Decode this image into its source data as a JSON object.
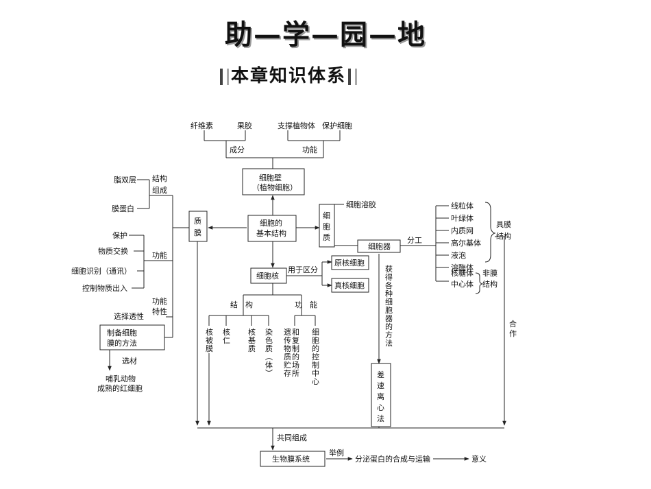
{
  "title": "助—学—园—地",
  "subtitle": "本章知识体系",
  "diagram": {
    "cellwall_components": [
      "纤维素",
      "果胶"
    ],
    "cellwall_functions": [
      "支撑植物体",
      "保护细胞"
    ],
    "chengfen": "成分",
    "gongneng_top": "功能",
    "cellwall_box": [
      "细胞壁",
      "（植物细胞）"
    ],
    "center_box": [
      "细胞的",
      "基本结构"
    ],
    "membrane_box": [
      "质",
      "膜"
    ],
    "membrane_structure_items": [
      "脂双层",
      "膜蛋白"
    ],
    "membrane_structure_label": [
      "结构",
      "组成"
    ],
    "membrane_function_items": [
      "保护",
      "物质交换",
      "细胞识别（通讯）",
      "控制物质出入"
    ],
    "membrane_function_label": "功能",
    "membrane_feature_label": [
      "功能",
      "特性"
    ],
    "membrane_feature": "选择透性",
    "prep_box": [
      "制备细胞",
      "膜的方法"
    ],
    "xuancai": "选材",
    "material": [
      "哺乳动物",
      "成熟的红细胞"
    ],
    "cytoplasm_box": [
      "细",
      "胞",
      "质"
    ],
    "cytosol": "细胞溶胶",
    "organelle_box": "细胞器",
    "fengong": "分工",
    "organelles_membrane": [
      "线粒体",
      "叶绿体",
      "内质网",
      "高尔基体",
      "液泡",
      "溶酶体"
    ],
    "organelles_nonmembrane": [
      "核糖体",
      "中心体"
    ],
    "membrane_bound_label": [
      "具膜",
      "结构"
    ],
    "nonmembrane_label": [
      "非膜",
      "结构"
    ],
    "method_label": [
      "获",
      "得",
      "各",
      "种",
      "细",
      "胞",
      "器",
      "的",
      "方",
      "法"
    ],
    "centrifuge_box": [
      "差",
      "速",
      "离",
      "心",
      "法"
    ],
    "hezuo": [
      "合",
      "作"
    ],
    "nucleus_box": "细胞核",
    "yongyu": "用于区分",
    "prokaryote": "原核细胞",
    "eukaryote": "真核细胞",
    "jiegou": "结　构",
    "gongneng_nuc": "功　能",
    "nucleus_parts": [
      [
        "核",
        "被",
        "膜"
      ],
      [
        "核",
        "仁"
      ],
      [
        "核",
        "基",
        "质"
      ],
      [
        "染",
        "色",
        "质",
        "︵",
        "体",
        "︶"
      ]
    ],
    "nucleus_function1": [
      [
        "和",
        "复",
        "制",
        "的",
        "场",
        "所"
      ],
      [
        "遗",
        "传",
        "物",
        "质",
        "贮",
        "存"
      ]
    ],
    "nucleus_function2": [
      "细",
      "胞",
      "的",
      "控",
      "制",
      "中",
      "心"
    ],
    "gongtong": "共同组成",
    "biomembrane_box": "生物膜系统",
    "juli": "举例",
    "example": "分泌蛋白的合成与运输",
    "yiyi": "意义"
  }
}
